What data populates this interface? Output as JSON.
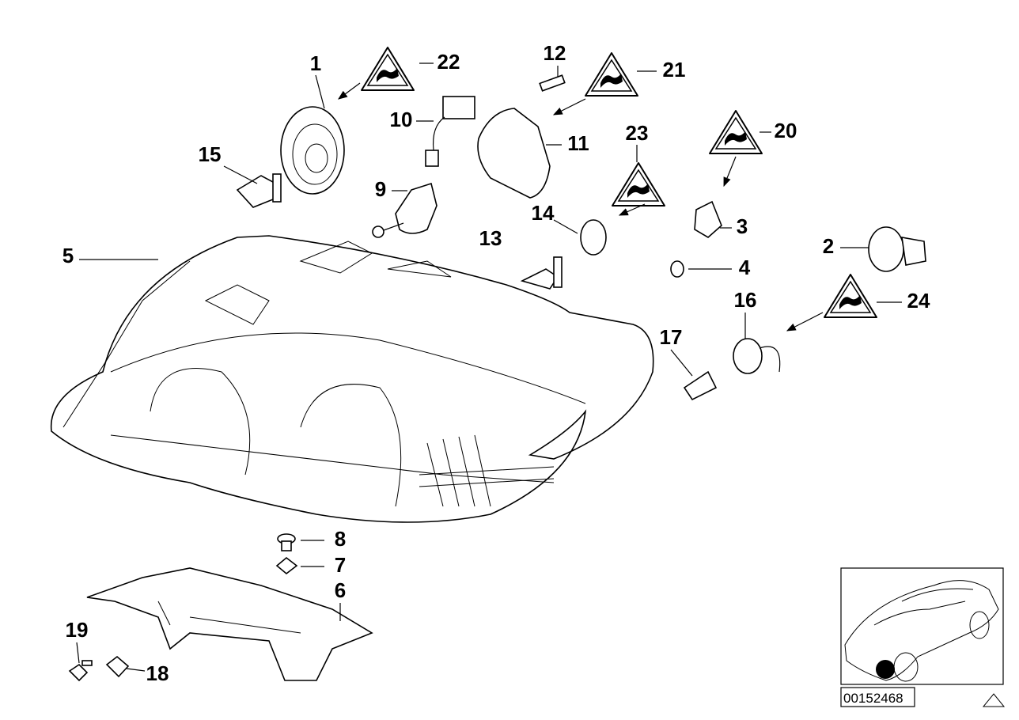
{
  "diagram": {
    "callouts": {
      "c1": "1",
      "c2": "2",
      "c3": "3",
      "c4": "4",
      "c5": "5",
      "c6": "6",
      "c7": "7",
      "c8": "8",
      "c9": "9",
      "c10": "10",
      "c11": "11",
      "c12": "12",
      "c13": "13",
      "c14": "14",
      "c15": "15",
      "c16": "16",
      "c17": "17",
      "c18": "18",
      "c19": "19",
      "c20": "20",
      "c21": "21",
      "c22": "22",
      "c23": "23",
      "c24": "24"
    },
    "reference_number": "00152468",
    "warning_symbol": "warning-triangle-icon",
    "locator": "car-thumbnail-front-left-headlight"
  }
}
